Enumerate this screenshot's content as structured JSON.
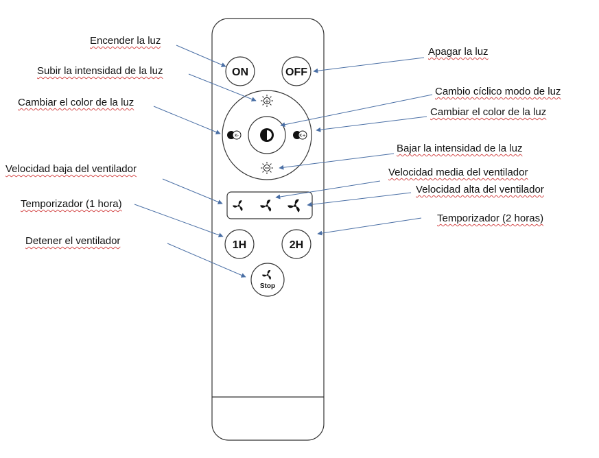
{
  "buttons": {
    "on": "ON",
    "off": "OFF",
    "timer_1h": "1H",
    "timer_2h": "2H",
    "stop": "Stop",
    "color_temp_minus": "K-",
    "color_temp_plus": "K+"
  },
  "labels": {
    "light_on": "Encender la luz",
    "light_off": "Apagar la luz",
    "brightness_up": "Subir la intensidad de la luz",
    "cycle_mode": "Cambio cíclico modo de luz",
    "color_left": "Cambiar el color de la luz",
    "color_right": "Cambiar el color de la luz",
    "brightness_down": "Bajar la intensidad de la luz",
    "fan_low": "Velocidad baja del ventilador",
    "fan_medium": "Velocidad media del ventilador",
    "fan_high": "Velocidad alta del ventilador",
    "timer_1h": "Temporizador (1 hora)",
    "timer_2h": "Temporizador (2 horas)",
    "fan_stop": "Detener el ventilador"
  },
  "colors": {
    "arrow": "#4a6fa5",
    "outline": "#333333",
    "underline": "#d44a4a"
  },
  "icons": [
    "sun-plus-icon",
    "sun-minus-icon",
    "mode-cycle-icon",
    "color-temp-minus-icon",
    "color-temp-plus-icon",
    "fan-icon"
  ]
}
